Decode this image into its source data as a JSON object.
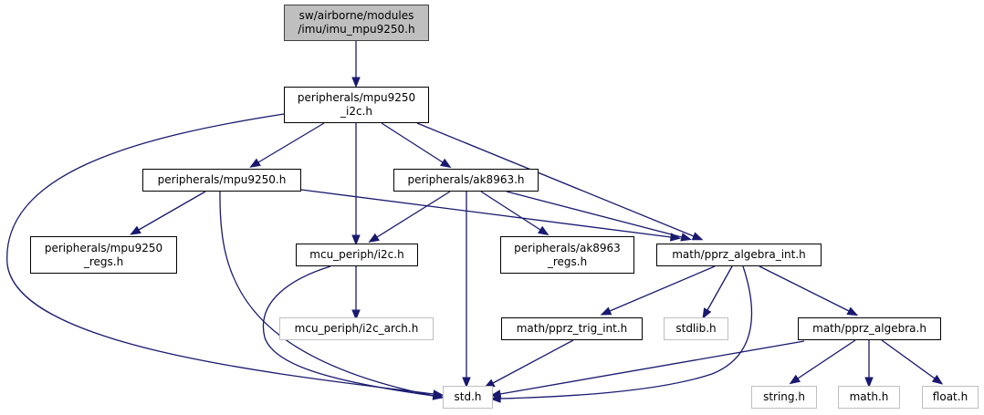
{
  "diagram": {
    "type": "include-dependency-graph",
    "colors": {
      "edge": "#191970",
      "root_fill": "#bfbfbf",
      "root_border": "#404040",
      "node_border": "#000000",
      "external_border": "#bfbfbf"
    },
    "nodes": {
      "root": {
        "lines": [
          "sw/airborne/modules",
          "/imu/imu_mpu9250.h"
        ],
        "kind": "root"
      },
      "mpu9250_i2c": {
        "lines": [
          "peripherals/mpu9250",
          "_i2c.h"
        ],
        "kind": "internal"
      },
      "mpu9250": {
        "lines": [
          "peripherals/mpu9250.h"
        ],
        "kind": "internal"
      },
      "ak8963": {
        "lines": [
          "peripherals/ak8963.h"
        ],
        "kind": "internal"
      },
      "mpu9250_regs": {
        "lines": [
          "peripherals/mpu9250",
          "_regs.h"
        ],
        "kind": "internal"
      },
      "i2c": {
        "lines": [
          "mcu_periph/i2c.h"
        ],
        "kind": "internal"
      },
      "ak8963_regs": {
        "lines": [
          "peripherals/ak8963",
          "_regs.h"
        ],
        "kind": "internal"
      },
      "pprz_algebra_int": {
        "lines": [
          "math/pprz_algebra_int.h"
        ],
        "kind": "internal"
      },
      "i2c_arch": {
        "lines": [
          "mcu_periph/i2c_arch.h"
        ],
        "kind": "external"
      },
      "pprz_trig_int": {
        "lines": [
          "math/pprz_trig_int.h"
        ],
        "kind": "internal"
      },
      "stdlib": {
        "lines": [
          "stdlib.h"
        ],
        "kind": "external"
      },
      "pprz_algebra": {
        "lines": [
          "math/pprz_algebra.h"
        ],
        "kind": "internal"
      },
      "std": {
        "lines": [
          "std.h"
        ],
        "kind": "external"
      },
      "string": {
        "lines": [
          "string.h"
        ],
        "kind": "external"
      },
      "math": {
        "lines": [
          "math.h"
        ],
        "kind": "external"
      },
      "float": {
        "lines": [
          "float.h"
        ],
        "kind": "external"
      }
    },
    "edges": [
      [
        "root",
        "mpu9250_i2c"
      ],
      [
        "mpu9250_i2c",
        "std"
      ],
      [
        "mpu9250_i2c",
        "mpu9250"
      ],
      [
        "mpu9250_i2c",
        "i2c"
      ],
      [
        "mpu9250_i2c",
        "ak8963"
      ],
      [
        "mpu9250_i2c",
        "pprz_algebra_int"
      ],
      [
        "mpu9250",
        "mpu9250_regs"
      ],
      [
        "mpu9250",
        "std"
      ],
      [
        "mpu9250",
        "pprz_algebra_int"
      ],
      [
        "ak8963",
        "i2c"
      ],
      [
        "ak8963",
        "std"
      ],
      [
        "ak8963",
        "ak8963_regs"
      ],
      [
        "ak8963",
        "pprz_algebra_int"
      ],
      [
        "i2c",
        "std"
      ],
      [
        "i2c",
        "i2c_arch"
      ],
      [
        "pprz_algebra_int",
        "pprz_trig_int"
      ],
      [
        "pprz_algebra_int",
        "stdlib"
      ],
      [
        "pprz_algebra_int",
        "std"
      ],
      [
        "pprz_algebra_int",
        "pprz_algebra"
      ],
      [
        "pprz_trig_int",
        "std"
      ],
      [
        "pprz_algebra",
        "std"
      ],
      [
        "pprz_algebra",
        "string"
      ],
      [
        "pprz_algebra",
        "math"
      ],
      [
        "pprz_algebra",
        "float"
      ]
    ]
  }
}
